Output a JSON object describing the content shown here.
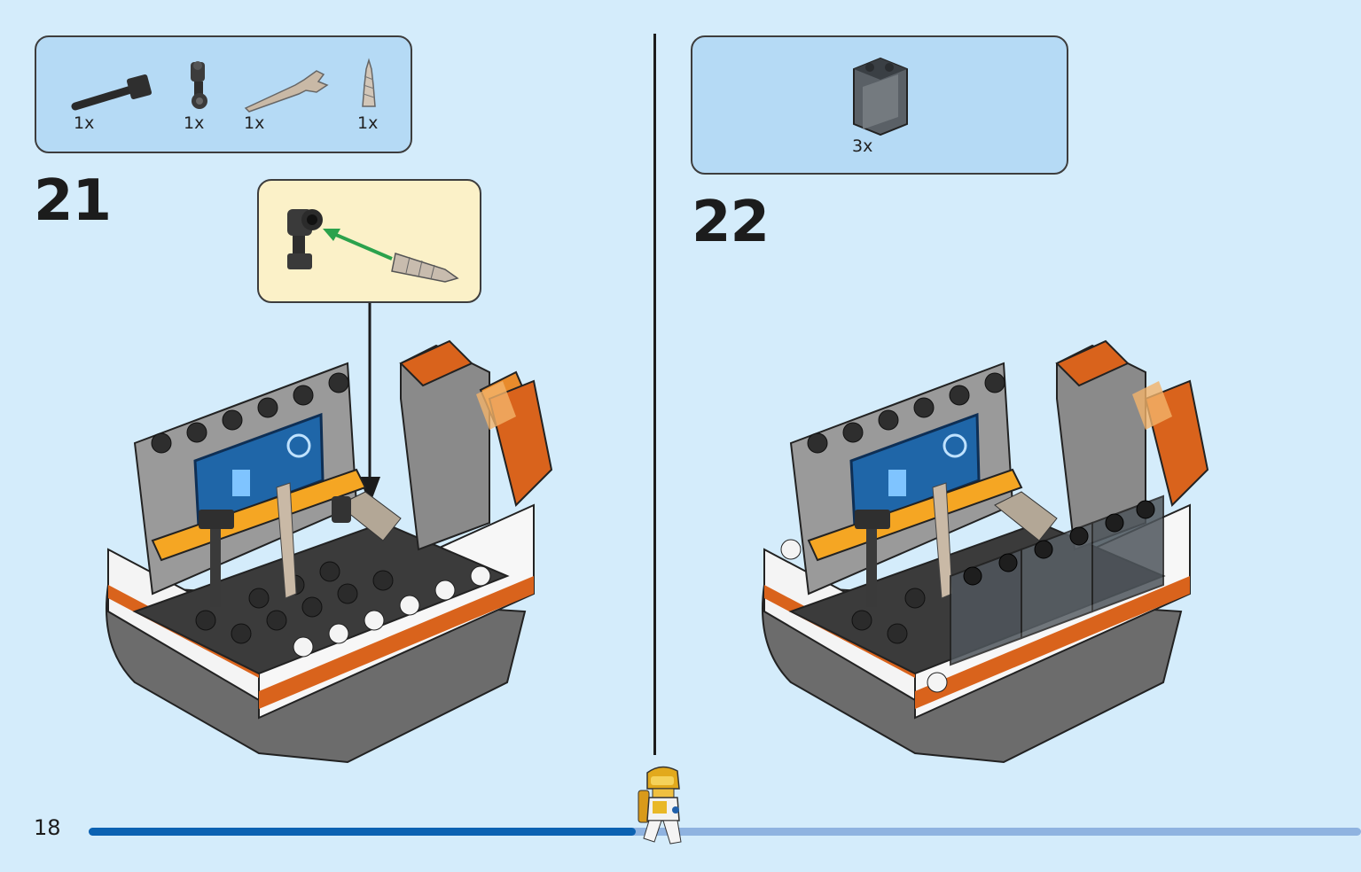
{
  "page": {
    "number": "18"
  },
  "step21": {
    "number": "21",
    "parts": [
      {
        "icon": "hammer-icon",
        "qty": "1x"
      },
      {
        "icon": "drill-handle-icon",
        "qty": "1x"
      },
      {
        "icon": "wrench-icon",
        "qty": "1x"
      },
      {
        "icon": "drill-bit-icon",
        "qty": "1x"
      }
    ]
  },
  "step22": {
    "number": "22",
    "parts": [
      {
        "icon": "transparent-panel-icon",
        "qty": "3x"
      }
    ]
  },
  "progress": {
    "fraction": 0.43
  },
  "colors": {
    "background": "#d4ecfb",
    "parts_box": "#b5daf5",
    "callout": "#fbf1c8",
    "progress_fill": "#0b62b2",
    "progress_track": "#8fb3e0",
    "brick_orange": "#d9631c",
    "brick_dark": "#3a3a3a",
    "brick_white": "#f7f7f7",
    "screen_blue": "#1f66a8"
  }
}
